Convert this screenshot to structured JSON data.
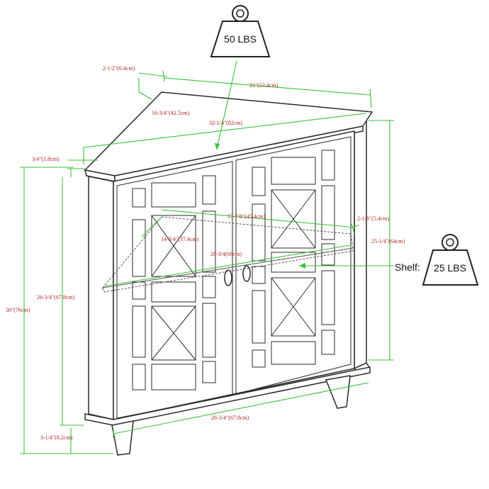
{
  "weights": {
    "top": "50 LBS",
    "shelf_label": "Shelf:",
    "shelf": "25 LBS"
  },
  "dimensions": {
    "top_depth_small": "2-1/2\"(6.4cm)",
    "top_width": "21\"(53.4cm)",
    "top_side_depth": "16-3/4\"(42.5cm)",
    "top_diagonal": "32-1/4\"(82cm)",
    "top_thickness": "3/4\"(1.8cm)",
    "door_height": "26-3/4\"(67.8cm)",
    "total_height": "30\"(76cm)",
    "shelf_width": "17-7/8\"(45.4cm)",
    "shelf_depth": "14-3/4\"(37.4cm)",
    "shelf_diagonal": "26-3/4(68cm)",
    "shelf_edge": "2-1/8\"(5.4cm)",
    "side_height": "25-1/4\"(64cm)",
    "front_width": "26-3/4\"(67.8cm)",
    "leg_height": "3-1/4\"(8.2cm)"
  },
  "colors": {
    "dimension_line": "#39c23a",
    "dimension_text": "#b3261e",
    "outline": "#2a2a2a"
  }
}
